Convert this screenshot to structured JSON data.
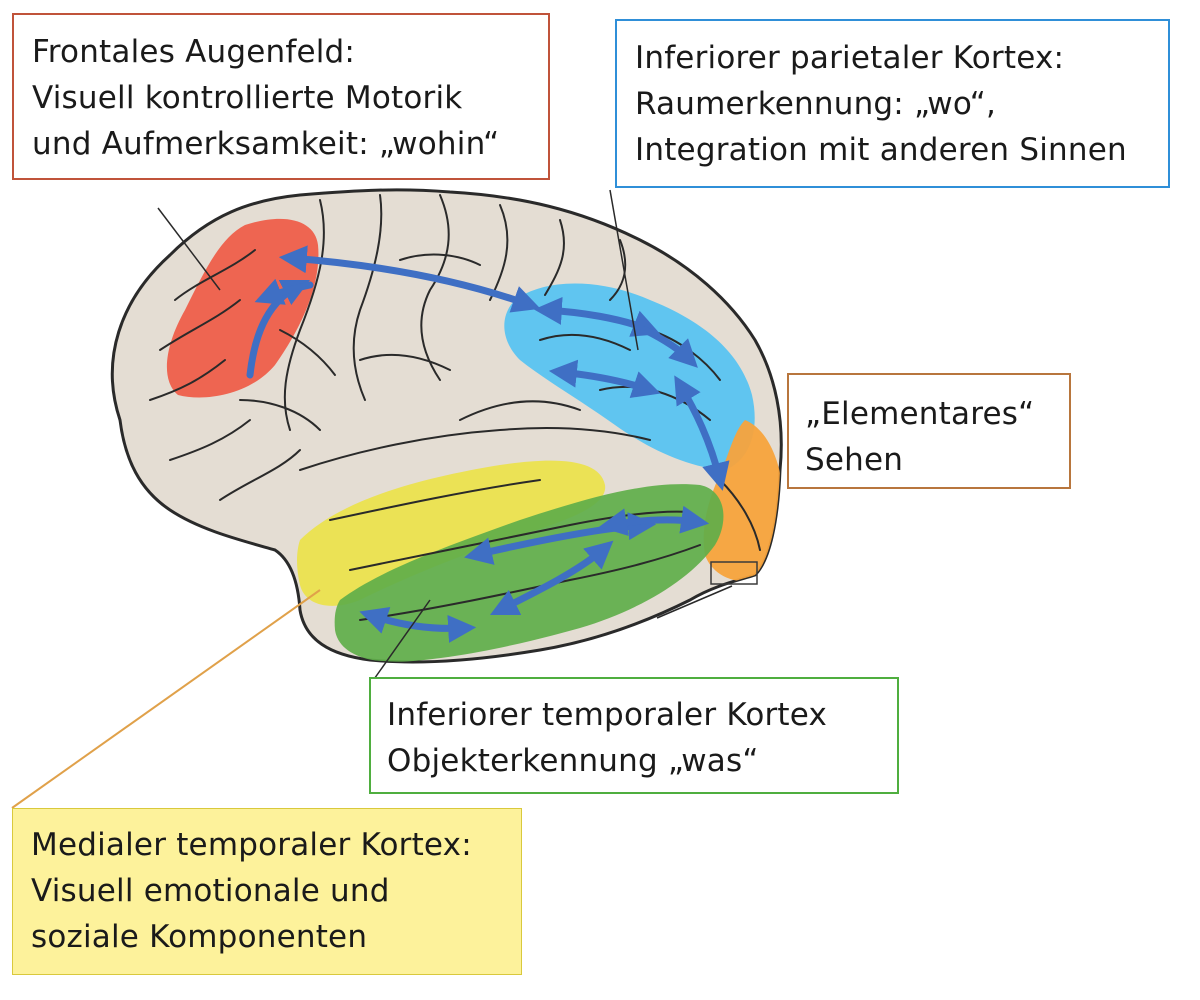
{
  "diagram": {
    "boxes": {
      "frontal": {
        "lines": [
          "Frontales Augenfeld:",
          "Visuell kontrollierte Motorik",
          "und Aufmerksamkeit: „wohin“"
        ],
        "border_color": "#c0533a"
      },
      "parietal": {
        "lines": [
          "Inferiorer parietaler Kortex:",
          "Raumerkennung: „wo“,",
          "Integration mit anderen Sinnen"
        ],
        "border_color": "#2f8fd8"
      },
      "visual": {
        "lines": [
          "„Elementares“",
          "Sehen"
        ],
        "border_color": "#b8763d"
      },
      "inferior_temporal": {
        "lines": [
          "Inferiorer temporaler Kortex",
          "Objekterkennung „was“"
        ],
        "border_color": "#4fae3f"
      },
      "medial_temporal": {
        "lines": [
          "Medialer temporaler Kortex:",
          "Visuell emotionale und",
          "soziale Komponenten"
        ],
        "border_color": "#d9c93c",
        "fill_color": "#fdf29b"
      }
    },
    "regions": {
      "frontal_eye_field": "#ef5a45",
      "parietal": "#55c2f2",
      "occipital": "#f7a33c",
      "medial_temporal": "#ece24a",
      "inferior_temporal": "#5fae4a"
    },
    "brain_fill": "#e4ddd3",
    "arrow_color": "#3f6fc4"
  }
}
